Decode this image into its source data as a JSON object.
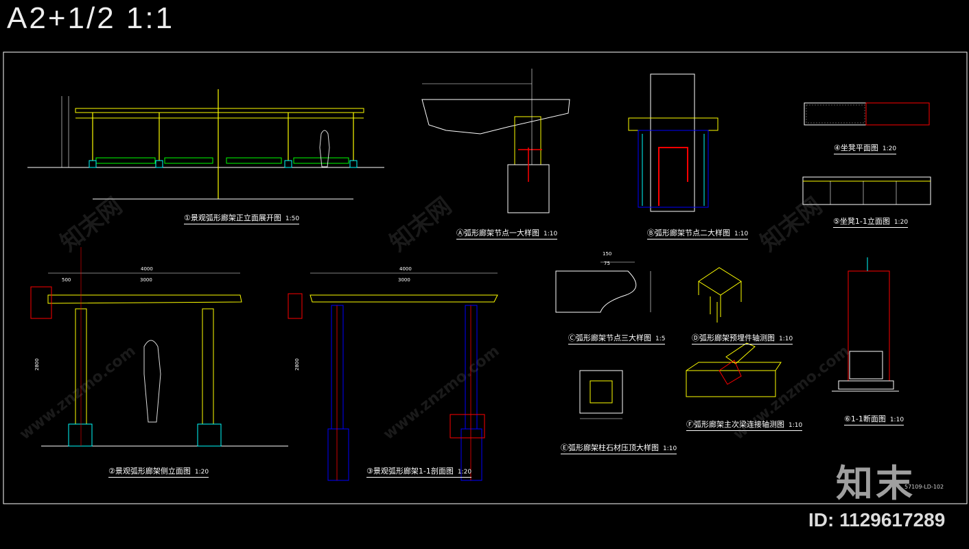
{
  "sheet": {
    "title": "A2+1/2 1:1",
    "drawing_no": "57109-LD-102"
  },
  "views": {
    "v1": {
      "title": "①景观弧形廊架正立面展开图",
      "scale": "1:50"
    },
    "vA": {
      "title": "Ⓐ弧形廊架节点一大样图",
      "scale": "1:10"
    },
    "vB": {
      "title": "Ⓑ弧形廊架节点二大样图",
      "scale": "1:10"
    },
    "v4": {
      "title": "④坐凳平面图",
      "scale": "1:20"
    },
    "v5": {
      "title": "⑤坐凳1-1立面图",
      "scale": "1:20"
    },
    "v2": {
      "title": "②景观弧形廊架侧立面图",
      "scale": "1:20"
    },
    "v3": {
      "title": "③景观弧形廊架1-1剖面图",
      "scale": "1:20"
    },
    "vC": {
      "title": "Ⓒ弧形廊架节点三大样图",
      "scale": "1:5"
    },
    "vD": {
      "title": "Ⓓ弧形廊架预埋件轴测图",
      "scale": "1:10"
    },
    "vE": {
      "title": "Ⓔ弧形廊架柱石材压顶大样图",
      "scale": "1:10"
    },
    "vF": {
      "title": "Ⓕ弧形廊架主次梁连接轴测图",
      "scale": "1:10"
    },
    "v6": {
      "title": "⑥1-1断面图",
      "scale": "1:10"
    }
  },
  "dimensions": {
    "overall_width": "4000",
    "bay_width": "3000",
    "overhang": "500",
    "height": "2800",
    "c_width": "150",
    "c_sub": "75"
  },
  "watermark": {
    "brand": "知末",
    "id_text": "ID: 1129617289",
    "site_cn": "知末网",
    "site_url": "www.znzmo.com"
  }
}
